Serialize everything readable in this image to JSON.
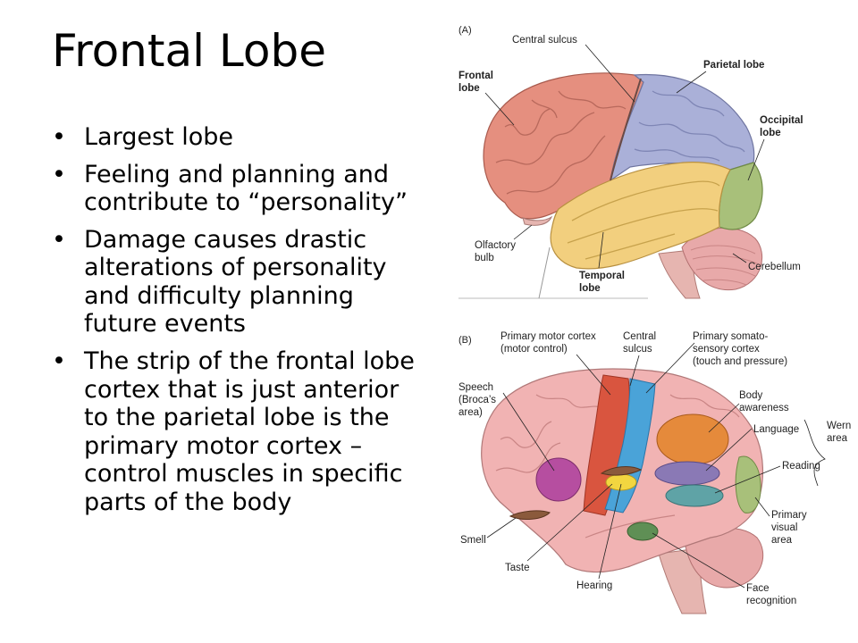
{
  "slide": {
    "title": "Frontal Lobe",
    "bullets": [
      "Largest lobe",
      "Feeling and planning and contribute to “personality”",
      "Damage causes drastic alterations of personality and difficulty planning future events",
      "The strip of the frontal lobe cortex that is just anterior to the parietal lobe is the primary motor cortex – control muscles in specific parts of the body"
    ],
    "bullet_glyph": "•"
  },
  "figure_a": {
    "panel_label": "(A)",
    "labels": {
      "central_sulcus": "Central sulcus",
      "frontal_lobe_1": "Frontal",
      "frontal_lobe_2": "lobe",
      "parietal_lobe": "Parietal lobe",
      "occipital_lobe_1": "Occipital",
      "occipital_lobe_2": "lobe",
      "olfactory_bulb_1": "Olfactory",
      "olfactory_bulb_2": "bulb",
      "temporal_lobe_1": "Temporal",
      "temporal_lobe_2": "lobe",
      "cerebellum": "Cerebellum"
    },
    "colors": {
      "frontal": "#e58f7f",
      "parietal": "#aab0d8",
      "occipital": "#a8c07a",
      "temporal": "#f2cf7e",
      "cerebellum": "#e8a9a9",
      "brainstem": "#e6b5b0"
    }
  },
  "figure_b": {
    "panel_label": "(B)",
    "labels": {
      "primary_motor_1": "Primary motor cortex",
      "primary_motor_2": "(motor control)",
      "central_sulcus_1": "Central",
      "central_sulcus_2": "sulcus",
      "somato_1": "Primary somato-",
      "somato_2": "sensory cortex",
      "somato_3": "(touch and pressure)",
      "speech_1": "Speech",
      "speech_2": "(Broca’s",
      "speech_3": "area)",
      "body_awareness_1": "Body",
      "body_awareness_2": "awareness",
      "language": "Language",
      "wernicke_1": "Wern",
      "wernicke_2": "area",
      "reading": "Reading",
      "smell": "Smell",
      "primary_visual_1": "Primary",
      "primary_visual_2": "visual",
      "primary_visual_3": "area",
      "taste": "Taste",
      "hearing": "Hearing",
      "face_1": "Face",
      "face_2": "recognition"
    },
    "colors": {
      "cortex": "#f1b3b3",
      "motor": "#d9553f",
      "somatosensory": "#4aa3d8",
      "speech": "#b64ea0",
      "body_awareness": "#e58a3b",
      "language": "#8a79b5",
      "reading": "#5fa3a6",
      "visual": "#a8c07a",
      "taste": "#f2d640",
      "smell": "#8b5a3c",
      "face": "#5f8f55"
    }
  }
}
